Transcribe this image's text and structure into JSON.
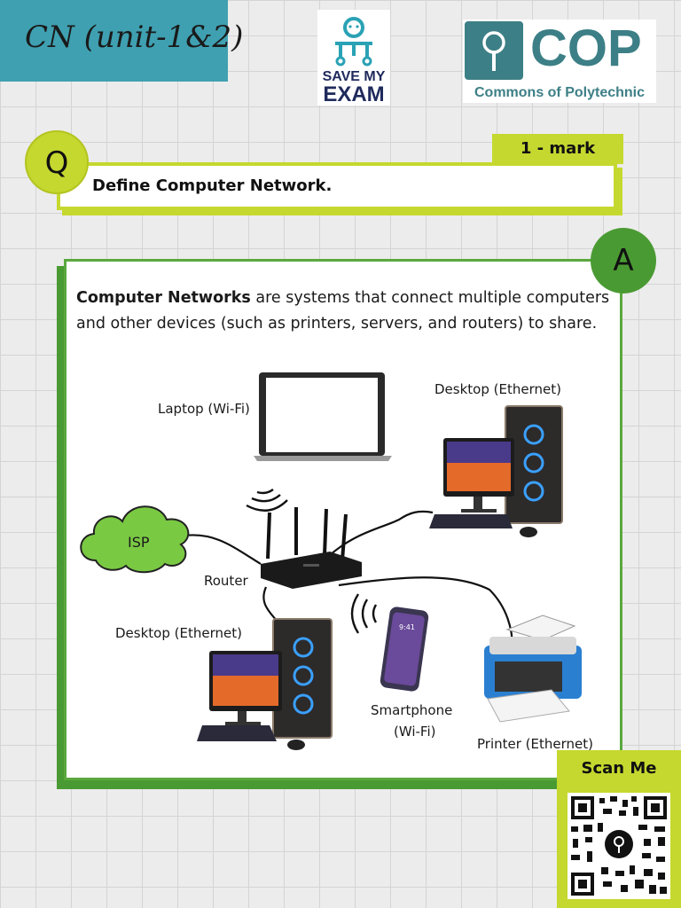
{
  "header": {
    "title": "CN (unit-1&2)",
    "save_my_exam": [
      "SAVE MY",
      "EXAM"
    ],
    "cop_logo_text": "COP",
    "cop_subtitle": "Commons of Polytechnic"
  },
  "question": {
    "badge": "Q",
    "marks": "1 - mark",
    "text": "Define Computer Network."
  },
  "answer": {
    "badge": "A",
    "term": "Computer Networks",
    "definition": " are systems that connect multiple computers and other devices (such as printers, servers, and routers) to share."
  },
  "diagram": {
    "laptop": "Laptop (Wi-Fi)",
    "desktop_top": "Desktop (Ethernet)",
    "isp": "ISP",
    "router": "Router",
    "desktop_bottom": "Desktop (Ethernet)",
    "smartphone": [
      "Smartphone",
      "(Wi-Fi)"
    ],
    "phone_time": "9:41",
    "printer": "Printer (Ethernet)"
  },
  "scan": {
    "label": "Scan Me"
  },
  "colors": {
    "title_bg": "#3fa0b1",
    "accent_lime": "#c5d82f",
    "answer_green": "#4a9a33",
    "cloud_green": "#7ac943"
  }
}
